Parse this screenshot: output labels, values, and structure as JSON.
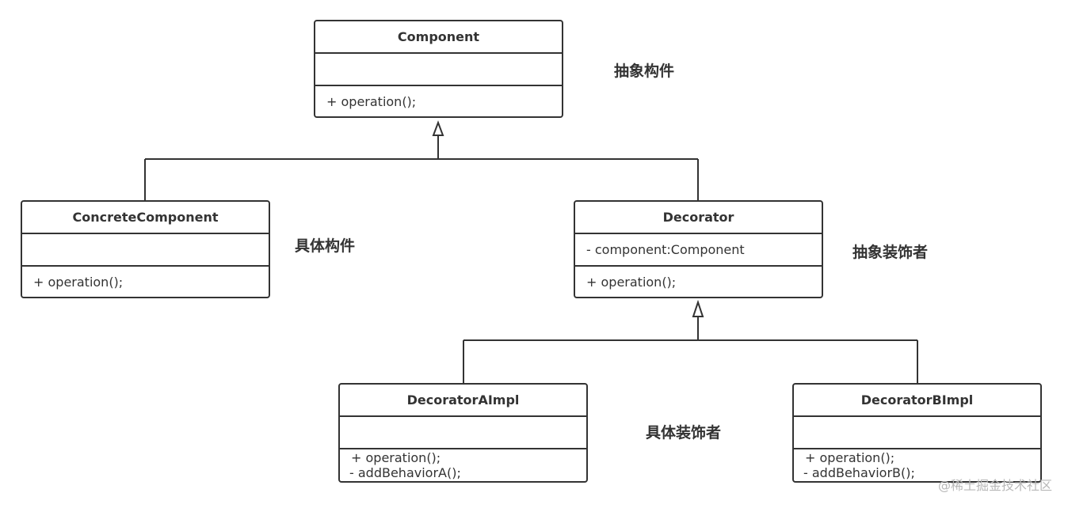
{
  "classes": {
    "component": {
      "name": "Component",
      "attribute": "",
      "operations": [
        "+ operation();"
      ]
    },
    "concrete_component": {
      "name": "ConcreteComponent",
      "attribute": "",
      "operations": [
        "+ operation();"
      ]
    },
    "decorator": {
      "name": "Decorator",
      "attribute": "- component:Component",
      "operations": [
        "+ operation();"
      ]
    },
    "decorator_a_impl": {
      "name": "DecoratorAImpl",
      "attribute": "",
      "operations": [
        "+ operation();",
        "- addBehaviorA();"
      ]
    },
    "decorator_b_impl": {
      "name": "DecoratorBImpl",
      "attribute": "",
      "operations": [
        "+ operation();",
        "- addBehaviorB();"
      ]
    }
  },
  "notes": {
    "abstract_component": "抽象构件",
    "concrete_component": "具体构件",
    "abstract_decorator": "抽象装饰者",
    "concrete_decorator": "具体装饰者"
  },
  "watermark": "@稀土掘金技术社区",
  "colors": {
    "line": "#333333",
    "background": "#ffffff",
    "watermark": "#b8b8b8"
  }
}
